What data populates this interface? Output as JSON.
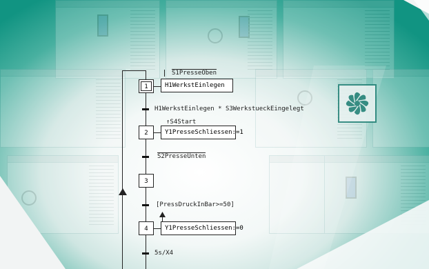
{
  "steps": [
    {
      "number": "1",
      "action": "H1WerkstEinlegen",
      "initial": true
    },
    {
      "number": "2",
      "action": "Y1PresseSchliessen:=1"
    },
    {
      "number": "3",
      "action": ""
    },
    {
      "number": "4",
      "action": "Y1PresseSchliessen:=0"
    }
  ],
  "transitions": {
    "t0": "S1PresseOben",
    "t1": "H1WerkstEinlegen * S3WerkstueckEingelegt",
    "t1_sub": "↑S4Start",
    "t2": "S2PresseUnten",
    "t3": "[PressDruckInBar>=50]",
    "t4": "5s/X4"
  },
  "colors": {
    "teal": "#0e8e7e",
    "line": "#222222"
  },
  "icons": {
    "fan": "fan-icon"
  }
}
